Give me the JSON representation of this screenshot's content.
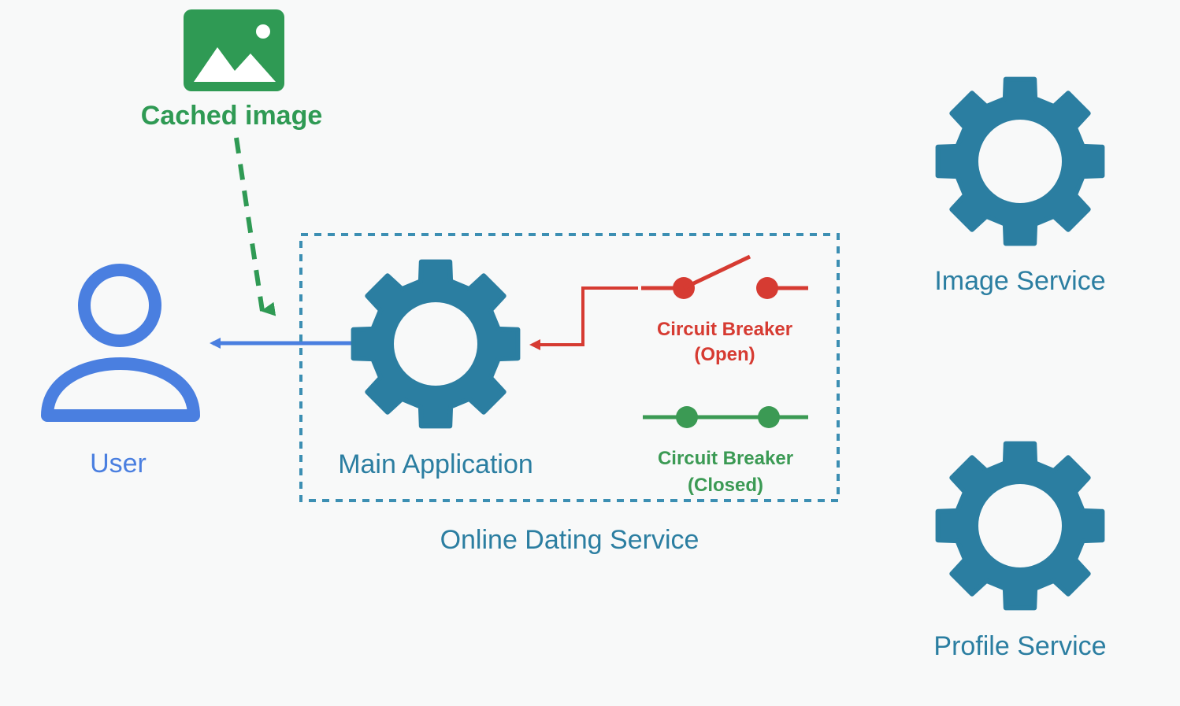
{
  "labels": {
    "cached_image": "Cached image",
    "user": "User",
    "main_application": "Main Application",
    "circuit_breaker_open_line1": "Circuit Breaker",
    "circuit_breaker_open_line2": "(Open)",
    "circuit_breaker_closed_line1": "Circuit Breaker",
    "circuit_breaker_closed_line2": "(Closed)",
    "online_dating_service": "Online Dating Service",
    "image_service": "Image Service",
    "profile_service": "Profile Service"
  },
  "colors": {
    "service_teal": "#2b7ea1",
    "user_blue": "#4a7fe0",
    "cache_green": "#2f9a54",
    "breaker_red": "#d63b32",
    "breaker_green": "#3b9a54",
    "background": "#f8f9f9"
  },
  "icons": {
    "cached_image": "image-icon",
    "user": "user-icon",
    "services": "gear-icon"
  }
}
